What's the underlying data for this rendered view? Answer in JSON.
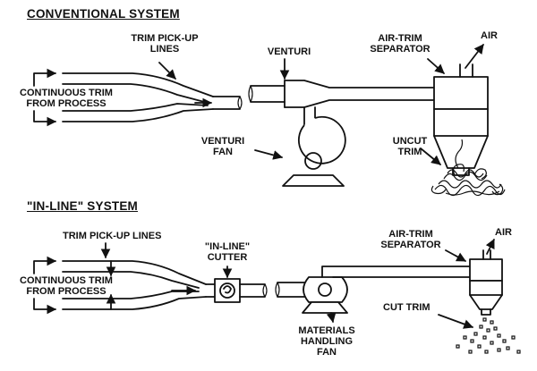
{
  "sections": {
    "conventional": {
      "heading": "CONVENTIONAL SYSTEM",
      "labels": {
        "trim_pickup": [
          "TRIM PICK-UP",
          "LINES"
        ],
        "continuous_trim": [
          "CONTINUOUS TRIM",
          "FROM PROCESS"
        ],
        "venturi": "VENTURI",
        "separator": [
          "AIR-TRIM",
          "SEPARATOR"
        ],
        "air": "AIR",
        "venturi_fan": [
          "VENTURI",
          "FAN"
        ],
        "uncut_trim": [
          "UNCUT",
          "TRIM"
        ]
      }
    },
    "inline": {
      "heading": "\"IN-LINE\" SYSTEM",
      "labels": {
        "trim_pickup": "TRIM PICK-UP LINES",
        "continuous_trim": [
          "CONTINUOUS TRIM",
          "FROM PROCESS"
        ],
        "cutter": [
          "\"IN-LINE\"",
          "CUTTER"
        ],
        "separator": [
          "AIR-TRIM",
          "SEPARATOR"
        ],
        "air": "AIR",
        "cut_trim": "CUT TRIM",
        "fan": [
          "MATERIALS",
          "HANDLING",
          "FAN"
        ]
      }
    }
  },
  "colors": {
    "ink": "#111111",
    "background": "#ffffff"
  }
}
